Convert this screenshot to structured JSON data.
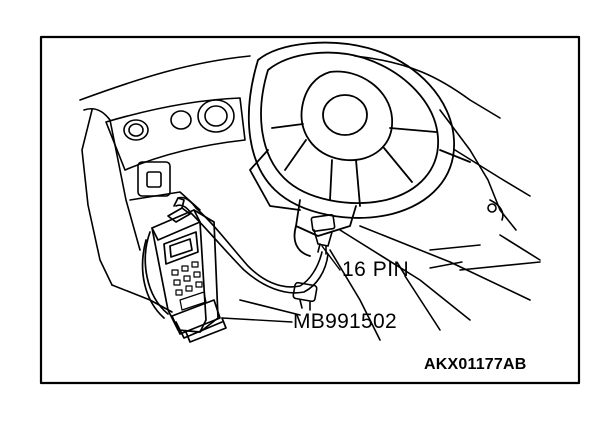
{
  "figure": {
    "callouts": {
      "connector_pins": "16 PIN",
      "tool_part_number": "MB991502"
    },
    "reference_code": "AKX01177AB"
  },
  "icons": {
    "scan_tool": "handheld-diagnostic-tool-icon",
    "connector": "diagnosis-connector-icon",
    "steering_wheel": "steering-wheel-icon"
  },
  "colors": {
    "ink": "#000000",
    "background": "#ffffff"
  }
}
